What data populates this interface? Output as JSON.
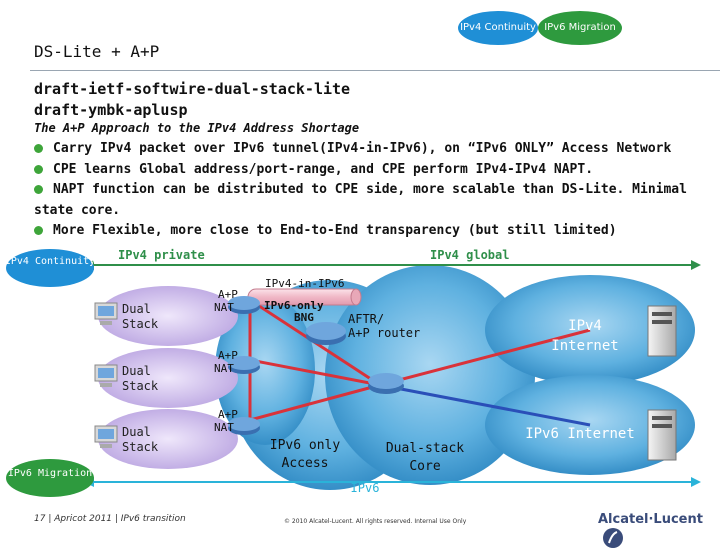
{
  "header": {
    "pill_ipv4": "IPv4 Continuity",
    "pill_ipv6": "IPv6 Migration",
    "title": "DS-Lite + A+P"
  },
  "drafts": [
    "draft-ietf-softwire-dual-stack-lite",
    "draft-ymbk-aplusp"
  ],
  "subtitle": "The A+P Approach to the IPv4 Address Shortage",
  "bullets": [
    "Carry IPv4 packet over IPv6 tunnel(IPv4-in-IPv6), on “IPv6 ONLY” Access Network",
    "CPE learns Global address/port-range, and CPE perform IPv4-IPv4 NAPT.",
    "NAPT function can be distributed to CPE side, more scalable than DS-Lite. Minimal state core.",
    "More Flexible, more close to End-to-End transparency (but still limited)"
  ],
  "diagram": {
    "left_pill_ipv4": "IPv4 Continuity",
    "left_pill_ipv6": "IPv6 Migration",
    "ipv4_private": "IPv4 private",
    "ipv4_global": "IPv4 global",
    "tunnel_label": "IPv4-in-IPv6",
    "ipv6_only_bng": "IPv6-only BNG",
    "aftr": "AFTR/ A+P router",
    "ipv4_internet": "IPv4 Internet",
    "ipv6_internet": "IPv6 Internet",
    "ipv6_only_access": "IPv6 only Access",
    "dual_stack_core": "Dual-stack Core",
    "ipv6_bottom": "IPv6",
    "hosts": [
      "Dual Stack",
      "Dual Stack",
      "Dual Stack"
    ],
    "nats": [
      "A+P NAT",
      "A+P NAT",
      "A+P NAT"
    ]
  },
  "footer": {
    "left": "17 | Apricot 2011 | IPv6 transition",
    "mid": "© 2010 Alcatel-Lucent. All rights reserved. Internal Use Only",
    "logo": "Alcatel·Lucent"
  },
  "colors": {
    "ipv4_blue": "#1f8fd6",
    "ipv6_green": "#2e9a3e",
    "cloud_blue": "#2a8fc9",
    "tunnel_pink": "#f3c4cf",
    "link_red": "#d9323a",
    "bullet_green": "#3ea53a",
    "purple_host": "#c9b6e8"
  }
}
